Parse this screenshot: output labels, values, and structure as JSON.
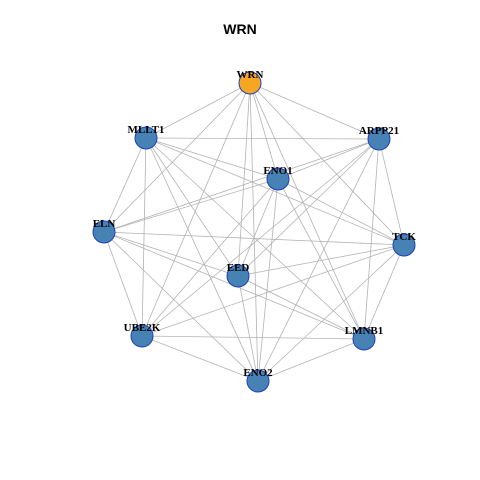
{
  "title": "WRN",
  "colors": {
    "highlight_node": "#f5a623",
    "node_fill": "#4682b4",
    "node_stroke": "#1f3fbf",
    "edge": "#b3b3b3"
  },
  "nodes": [
    {
      "id": "WRN",
      "label": "WRN",
      "highlight": true
    },
    {
      "id": "MLLT1",
      "label": "MLLT1"
    },
    {
      "id": "ARPP21",
      "label": "ARPP21"
    },
    {
      "id": "ENO1",
      "label": "ENO1"
    },
    {
      "id": "ELN",
      "label": "ELN"
    },
    {
      "id": "TCK",
      "label": "TCK"
    },
    {
      "id": "EED",
      "label": "EED"
    },
    {
      "id": "UBE2K",
      "label": "UBE2K"
    },
    {
      "id": "LMNB1",
      "label": "LMNB1"
    },
    {
      "id": "ENO2",
      "label": "ENO2"
    }
  ],
  "edges": [
    [
      "WRN",
      "MLLT1"
    ],
    [
      "WRN",
      "ARPP21"
    ],
    [
      "WRN",
      "ENO1"
    ],
    [
      "WRN",
      "ELN"
    ],
    [
      "WRN",
      "TCK"
    ],
    [
      "WRN",
      "EED"
    ],
    [
      "WRN",
      "UBE2K"
    ],
    [
      "WRN",
      "LMNB1"
    ],
    [
      "WRN",
      "ENO2"
    ],
    [
      "MLLT1",
      "ARPP21"
    ],
    [
      "MLLT1",
      "ENO1"
    ],
    [
      "MLLT1",
      "ELN"
    ],
    [
      "MLLT1",
      "TCK"
    ],
    [
      "MLLT1",
      "EED"
    ],
    [
      "MLLT1",
      "UBE2K"
    ],
    [
      "MLLT1",
      "LMNB1"
    ],
    [
      "MLLT1",
      "ENO2"
    ],
    [
      "ARPP21",
      "ENO1"
    ],
    [
      "ARPP21",
      "ELN"
    ],
    [
      "ARPP21",
      "TCK"
    ],
    [
      "ARPP21",
      "EED"
    ],
    [
      "ARPP21",
      "UBE2K"
    ],
    [
      "ARPP21",
      "LMNB1"
    ],
    [
      "ARPP21",
      "ENO2"
    ],
    [
      "ENO1",
      "ELN"
    ],
    [
      "ENO1",
      "TCK"
    ],
    [
      "ENO1",
      "EED"
    ],
    [
      "ENO1",
      "UBE2K"
    ],
    [
      "ENO1",
      "LMNB1"
    ],
    [
      "ENO1",
      "ENO2"
    ],
    [
      "ELN",
      "TCK"
    ],
    [
      "ELN",
      "EED"
    ],
    [
      "ELN",
      "UBE2K"
    ],
    [
      "ELN",
      "LMNB1"
    ],
    [
      "ELN",
      "ENO2"
    ],
    [
      "TCK",
      "EED"
    ],
    [
      "TCK",
      "UBE2K"
    ],
    [
      "TCK",
      "LMNB1"
    ],
    [
      "TCK",
      "ENO2"
    ],
    [
      "EED",
      "LMNB1"
    ],
    [
      "EED",
      "ENO2"
    ],
    [
      "UBE2K",
      "LMNB1"
    ],
    [
      "UBE2K",
      "ENO2"
    ],
    [
      "LMNB1",
      "ENO2"
    ]
  ]
}
